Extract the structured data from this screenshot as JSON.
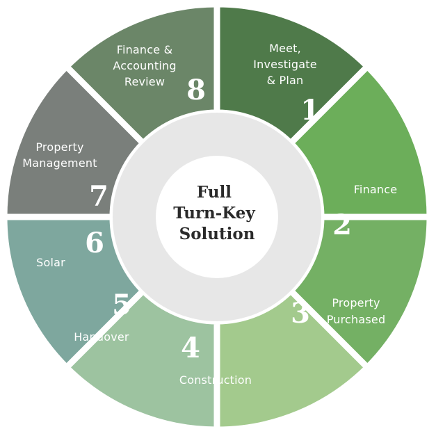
{
  "center": {
    "title_lines": [
      "Full",
      "Turn-Key",
      "Solution"
    ]
  },
  "segments": [
    {
      "number": "1",
      "label_lines": [
        "Meet,",
        "Investigate",
        "& Plan"
      ],
      "color": "#4f7a4a"
    },
    {
      "number": "2",
      "label_lines": [
        "Finance"
      ],
      "color": "#6cae5a"
    },
    {
      "number": "3",
      "label_lines": [
        "Property",
        "Purchased"
      ],
      "color": "#74b064"
    },
    {
      "number": "4",
      "label_lines": [
        "Construction"
      ],
      "color": "#a3ca8d"
    },
    {
      "number": "5",
      "label_lines": [
        "Handover"
      ],
      "color": "#9dc3a0"
    },
    {
      "number": "6",
      "label_lines": [
        "Solar"
      ],
      "color": "#7ea79e"
    },
    {
      "number": "7",
      "label_lines": [
        "Property",
        "Management"
      ],
      "color": "#7a7f7b"
    },
    {
      "number": "8",
      "label_lines": [
        "Finance &",
        "Accounting",
        "Review"
      ],
      "color": "#6b8668"
    }
  ],
  "colors": {
    "separator": "#ffffff",
    "center_ring": "#e7e7e7",
    "center_fill": "#ffffff",
    "center_text": "#2a2a2a"
  }
}
